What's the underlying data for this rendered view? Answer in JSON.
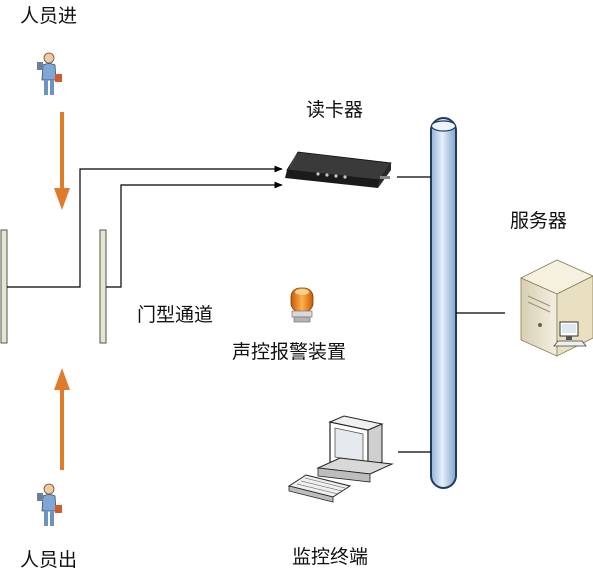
{
  "labels": {
    "person_in": "人员进",
    "person_out": "人员出",
    "card_reader": "读卡器",
    "server": "服务器",
    "gate_channel": "门型通道",
    "alarm_device": "声控报警装置",
    "monitor_terminal": "监控终端"
  },
  "colors": {
    "arrow": "#e07b2a",
    "bus_fill": "#b9d3ea",
    "bus_stroke": "#1f3a63",
    "line": "#000000"
  },
  "icons": [
    "person-icon",
    "card-reader-icon",
    "alarm-light-icon",
    "server-icon",
    "computer-icon"
  ]
}
